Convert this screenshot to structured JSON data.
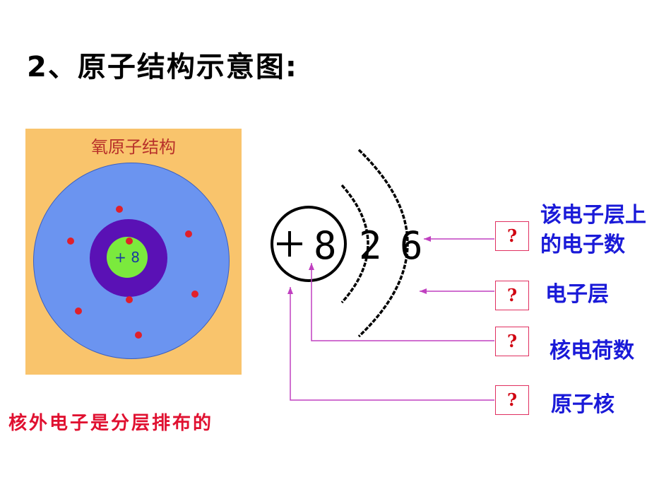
{
  "title": "2、原子结构示意图:",
  "oxygen_panel": {
    "title": "氧原子结构",
    "nucleus_label": "+ 8"
  },
  "note": "核外电子是分层排布的",
  "schematic": {
    "nucleus": "+8",
    "shell_1": "2",
    "shell_2": "6"
  },
  "callouts": [
    {
      "box": "?",
      "label_line1": "该电子层上",
      "label_line2": "的电子数"
    },
    {
      "box": "?",
      "label_line1": "电子层"
    },
    {
      "box": "?",
      "label_line1": "核电荷数"
    },
    {
      "box": "?",
      "label_line1": "原子核"
    }
  ],
  "colors": {
    "panel_bg": "#f9c46c",
    "outer_shell": "#6b94f0",
    "inner_shell": "#5a11b5",
    "nucleus": "#7bea3d",
    "electron": "#e0202a",
    "pointer_line": "#c040c0",
    "label_blue": "#1a1ad8",
    "note_red": "#e01030"
  }
}
